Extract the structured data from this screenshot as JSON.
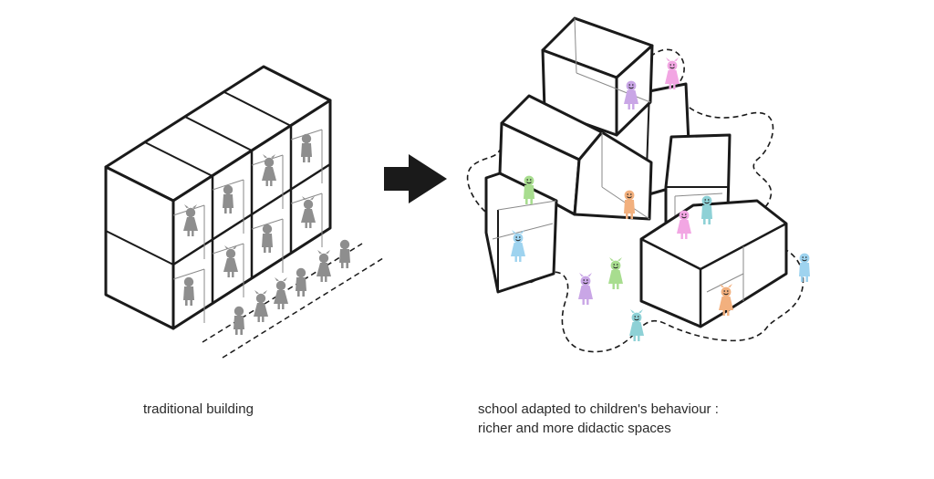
{
  "captions": {
    "traditional": "traditional building",
    "adapted_line1": "school adapted to children's behaviour :",
    "adapted_line2": "richer and more didactic spaces"
  },
  "colors": {
    "outline": "#1a1a1a",
    "thin_line": "#8a8a8a",
    "figure_gray": "#8e8e8e",
    "arrow": "#1a1a1a",
    "child_purple": "#c9a6e6",
    "child_pink": "#f2a6e3",
    "child_green": "#a8dd8f",
    "child_orange": "#f2b07e",
    "child_blue": "#9ed3ef",
    "child_teal": "#8ed1d6"
  },
  "icons": {
    "arrow": "right-arrow-icon",
    "child": "child-figure-icon",
    "path": "dashed-path"
  }
}
